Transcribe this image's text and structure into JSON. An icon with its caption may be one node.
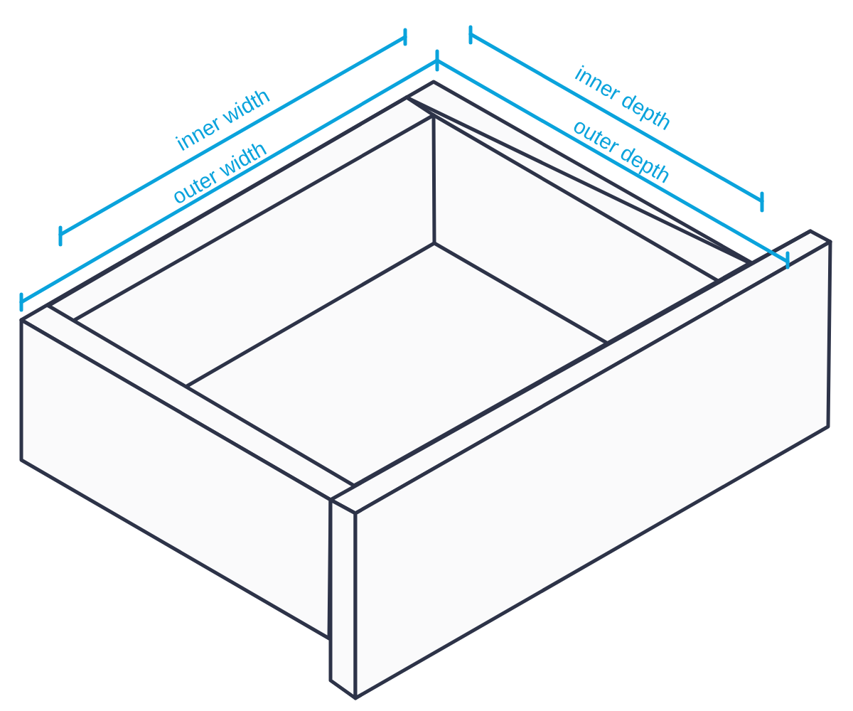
{
  "diagram": {
    "labels": [
      "inner width",
      "outer width",
      "inner depth",
      "outer depth"
    ]
  }
}
